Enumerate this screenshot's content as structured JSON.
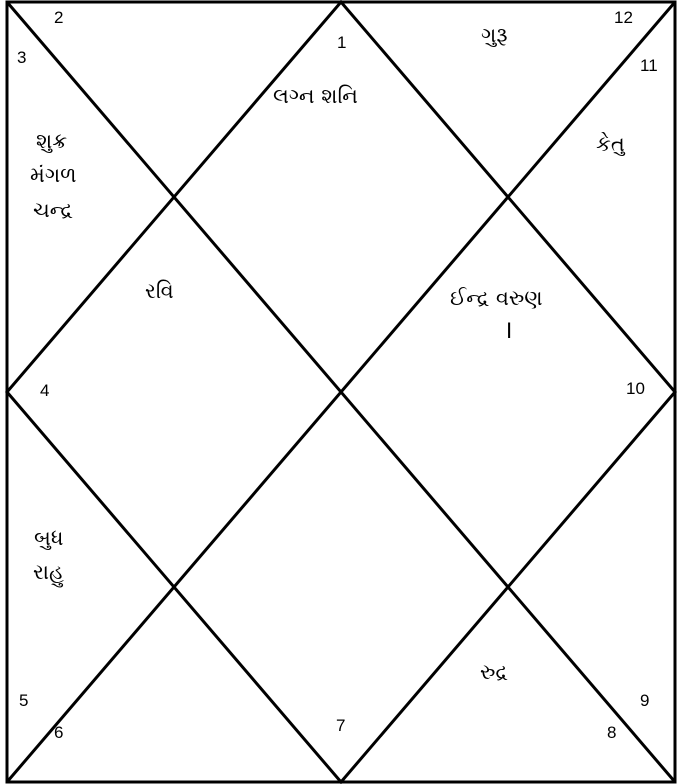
{
  "houses": [
    {
      "number": "1",
      "planets": [
        "લગ્ન શનિ"
      ]
    },
    {
      "number": "2",
      "planets": []
    },
    {
      "number": "3",
      "planets": [
        "શુક્ર",
        "મંગળ",
        "ચન્દ્ર"
      ]
    },
    {
      "number": "4",
      "planets": [
        "રવિ"
      ]
    },
    {
      "number": "5",
      "planets": [
        "બુધ",
        "રાહુ"
      ]
    },
    {
      "number": "6",
      "planets": []
    },
    {
      "number": "7",
      "planets": []
    },
    {
      "number": "8",
      "planets": []
    },
    {
      "number": "9",
      "planets": [
        "રુદ્ર"
      ]
    },
    {
      "number": "10",
      "planets": [
        "ઈન્દ્ર વરુણ",
        "I"
      ]
    },
    {
      "number": "11",
      "planets": [
        "કેતુ"
      ]
    },
    {
      "number": "12",
      "planets": [
        "ગુરૂ"
      ]
    }
  ],
  "colors": {
    "line": "#000000",
    "background": "#ffffff"
  }
}
